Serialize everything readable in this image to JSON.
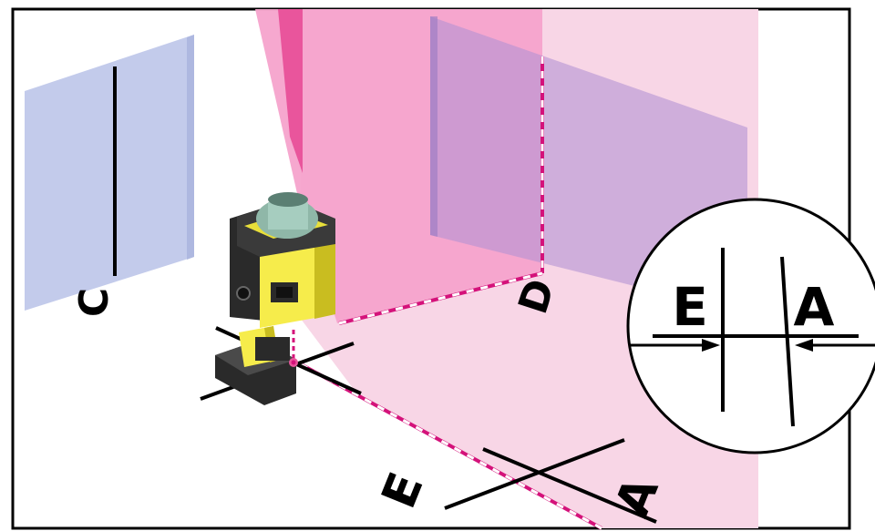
{
  "labels": {
    "wall_c": "C",
    "wall_d": "D",
    "floor_e": "E",
    "floor_a": "A",
    "inset_e": "E",
    "inset_a": "A"
  },
  "colors": {
    "frame": "#000000",
    "wall_blue": "#c3cbeb",
    "wall_blue_edge": "#aeb8e0",
    "laser_plane": "#f5a3cc",
    "laser_plane_dark": "#e9559c",
    "laser_light": "#f8d6e6",
    "laser_line": "#d4127a",
    "wall_purple": "#c6a3da",
    "instrument_yellow": "#f6ec4b",
    "instrument_dark": "#2a2a2a"
  }
}
